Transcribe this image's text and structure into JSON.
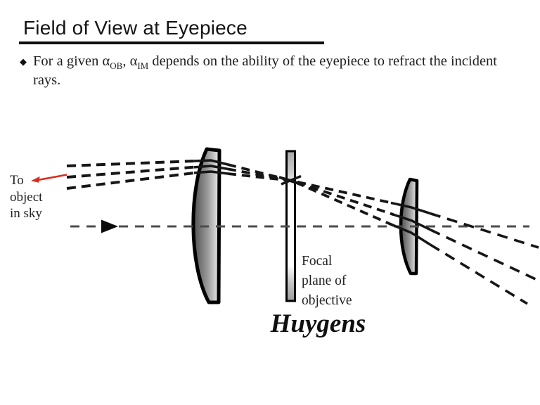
{
  "slide": {
    "title": "Field of View at Eyepiece",
    "bullet": {
      "marker": "◆",
      "seg_a": "For a given α",
      "sub_a": "OB",
      "seg_b": ", α",
      "sub_b": "IM",
      "seg_c": " depends on the ability of the eyepiece to refract the incident",
      "line2": "rays."
    }
  },
  "diagram": {
    "sky_label": {
      "line1": "To",
      "line2": "object",
      "line3": "in sky"
    },
    "focal_label": {
      "line1": "Focal",
      "line2": "plane of",
      "line3": "objective"
    },
    "caption": "Huygens",
    "colors": {
      "ray_ink": "#161616",
      "axis_gray": "#4c4c4c",
      "accent_red": "#d92b1f",
      "lens_outline": "#000000",
      "lens_dark": "#4e4e4e",
      "lens_light": "#ececec"
    }
  }
}
